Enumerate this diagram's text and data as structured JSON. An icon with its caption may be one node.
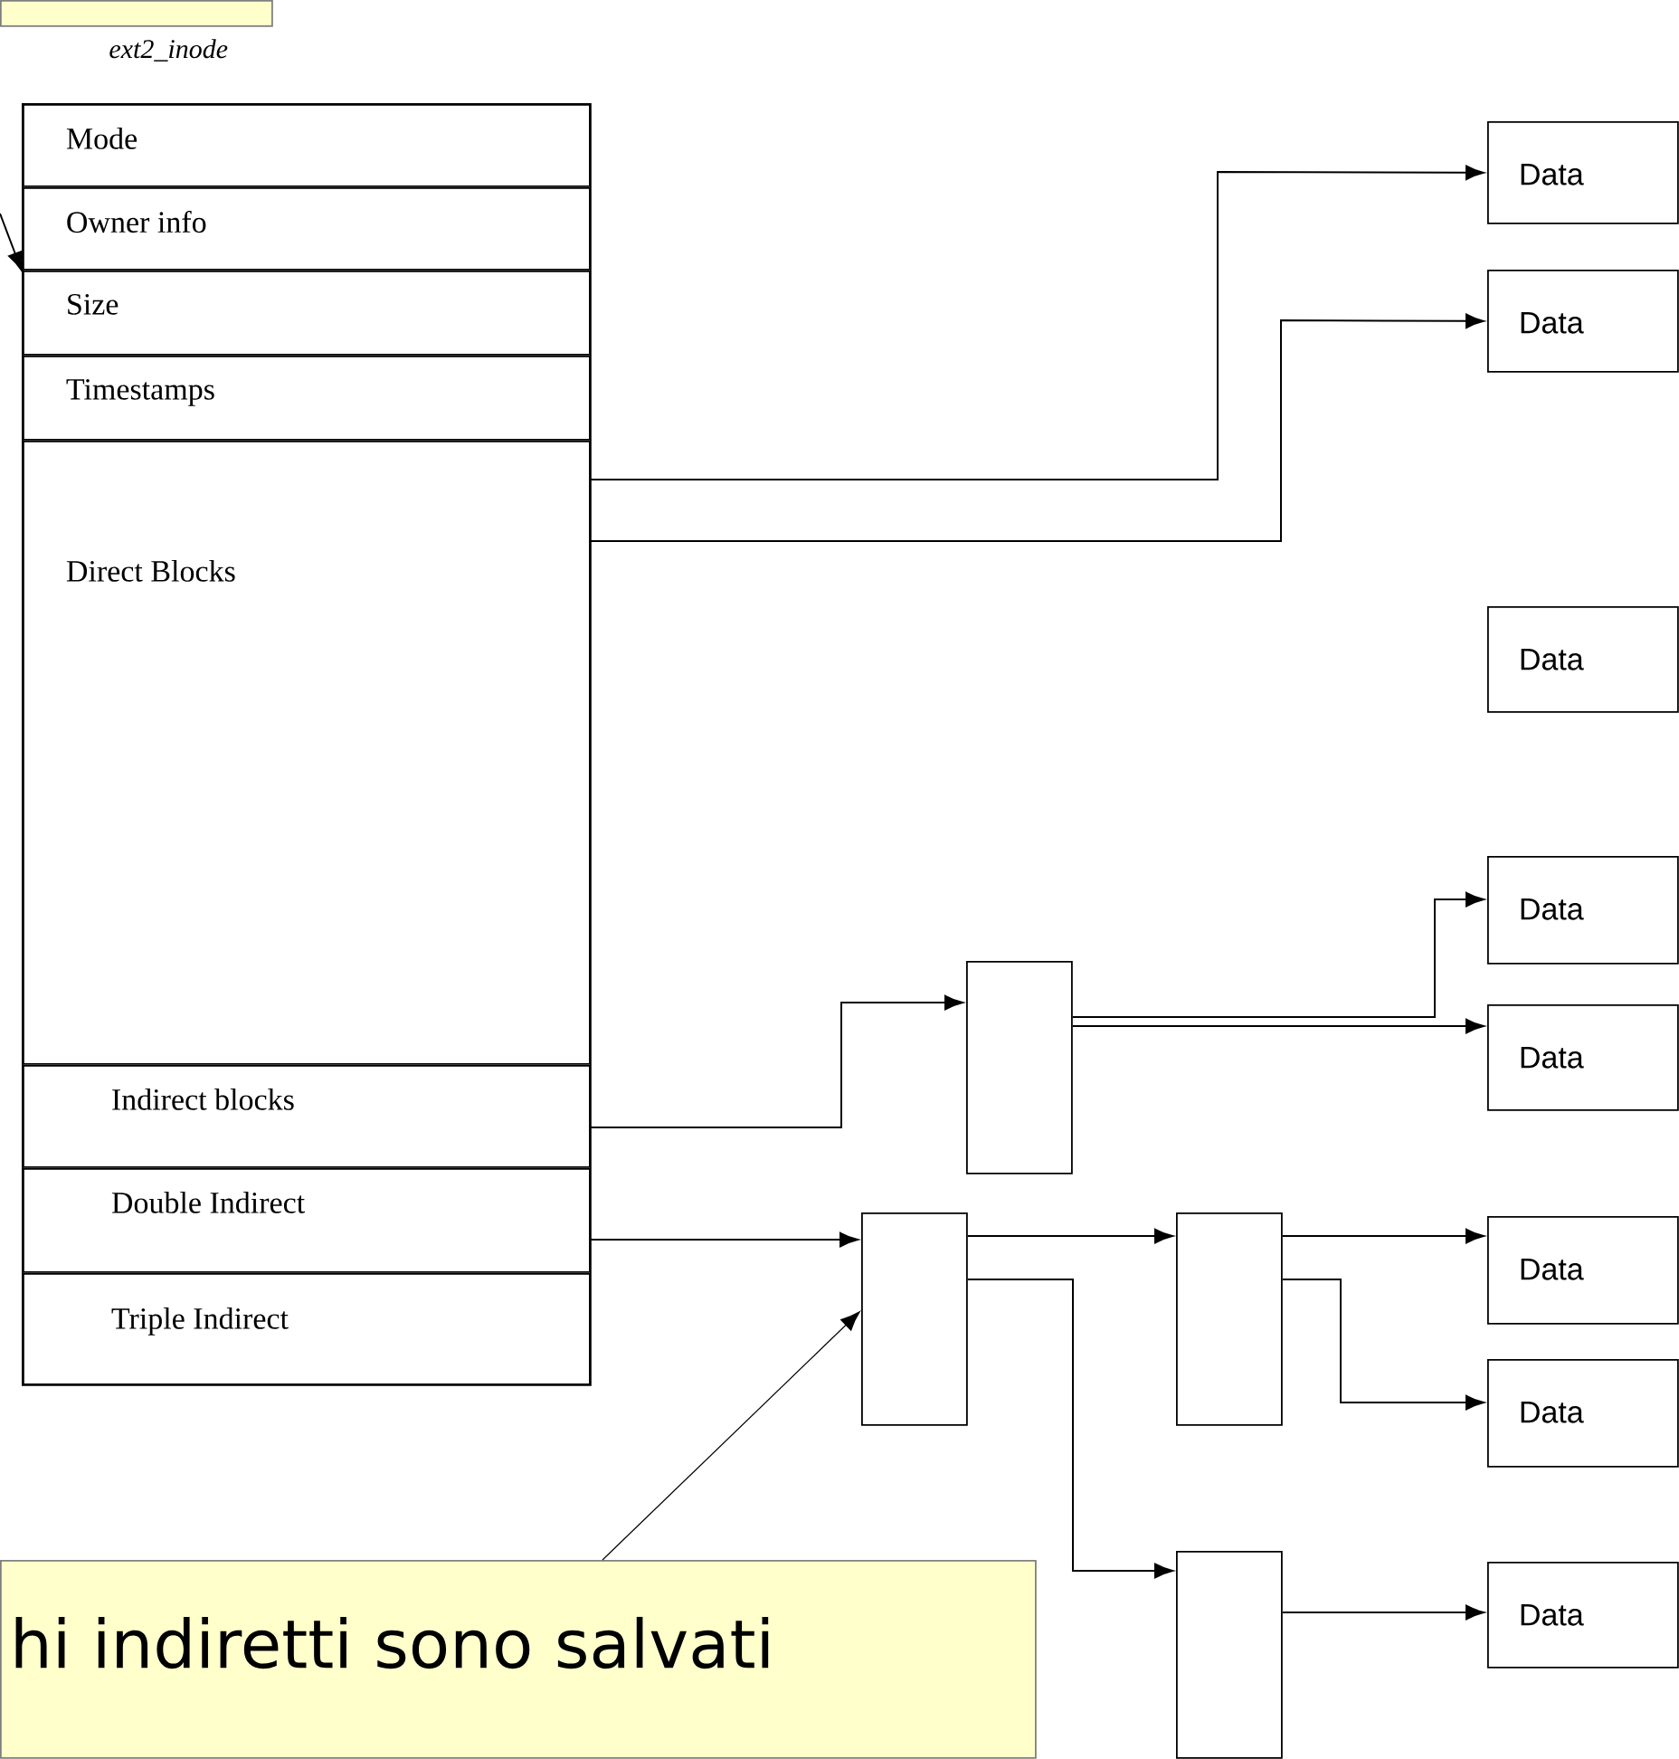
{
  "diagram": {
    "nodes": [
      {
        "text": [],
        "shape": "box"
      },
      {
        "text": [
          "ext2_inode"
        ]
      },
      {
        "text": [
          "Mode"
        ],
        "in": 1
      },
      {
        "text": [
          "Owner info"
        ],
        "in": 1
      },
      {
        "text": [
          "Size"
        ],
        "in": 1
      },
      {
        "text": [
          "Timestamps"
        ],
        "in": 1
      },
      {
        "text": [
          "Direct Blocks"
        ],
        "in": 1
      },
      {
        "text": [
          "Indirect blocks"
        ],
        "in": 1
      },
      {
        "text": [
          "Double Indirect"
        ],
        "in": 1
      },
      {
        "text": [
          "Triple Indirect"
        ],
        "in": 1
      },
      {
        "text": [
          "Data"
        ]
      },
      {
        "text": [
          "Data"
        ]
      },
      {
        "text": [
          "Data"
        ]
      },
      {
        "text": [
          "Data"
        ]
      },
      {
        "text": [
          "Data"
        ]
      },
      {
        "text": [
          "Data"
        ]
      },
      {
        "text": [
          "Data"
        ]
      },
      {
        "text": [
          "Data"
        ]
      },
      {
        "text": [],
        "shape": "box"
      },
      {
        "text": [],
        "shape": "box"
      },
      {
        "text": [],
        "shape": "box"
      },
      {
        "text": [],
        "shape": "box"
      },
      {
        "text": [
          "hi indiretti sono salvati"
        ]
      }
    ],
    "edges": [
      {
        "from": 6,
        "to": 10,
        "arrow": "to"
      },
      {
        "from": 6,
        "to": 11,
        "arrow": "to"
      },
      {
        "from": 7,
        "to": 19,
        "arrow": "to"
      },
      {
        "from": 19,
        "to": 13,
        "arrow": "to"
      },
      {
        "from": 19,
        "to": 14,
        "arrow": "to"
      },
      {
        "from": 8,
        "to": 18,
        "arrow": "to"
      },
      {
        "from": 18,
        "to": 20,
        "arrow": "to"
      },
      {
        "from": 18,
        "to": 21,
        "arrow": "to"
      },
      {
        "from": 20,
        "to": 15,
        "arrow": "to"
      },
      {
        "from": 20,
        "to": 16,
        "arrow": "to"
      },
      {
        "from": 21,
        "to": 17,
        "arrow": "to"
      },
      {
        "from": 22,
        "to": 18,
        "arrow": "to"
      },
      {
        "from": null,
        "to": 4,
        "arrow": "to"
      }
    ]
  }
}
